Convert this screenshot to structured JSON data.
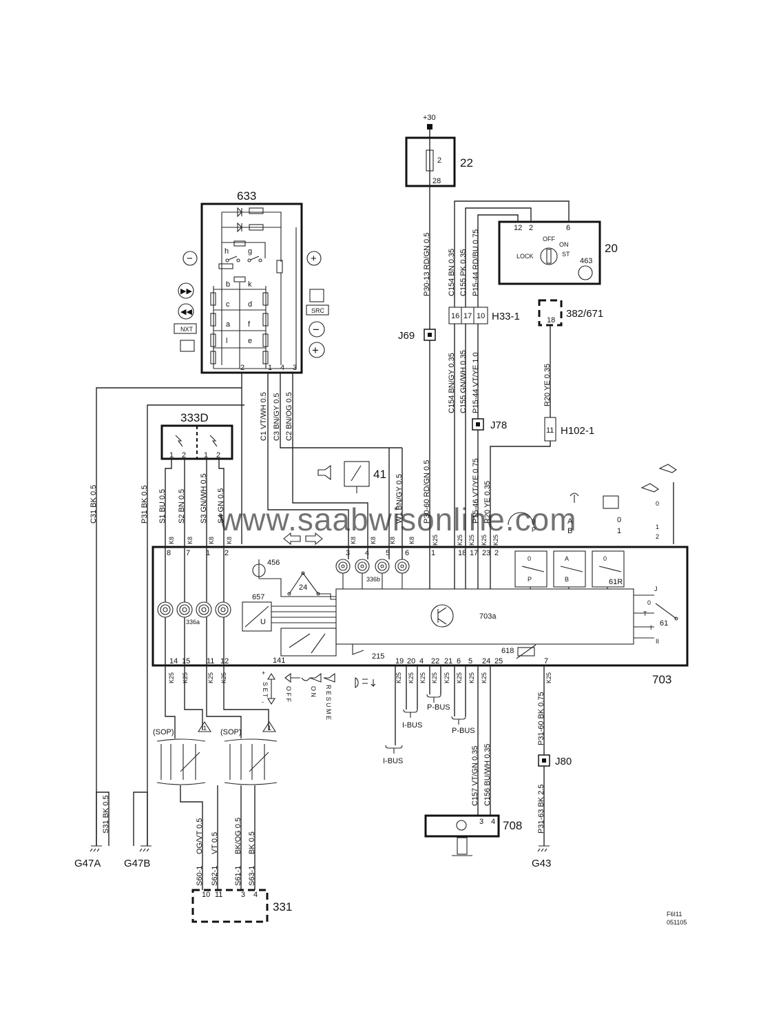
{
  "watermark": "www.saabwisonline.com",
  "components": {
    "c633": "633",
    "c22": "22",
    "c20": "20",
    "c333d": "333D",
    "c41": "41",
    "c703": "703",
    "c703a": "703a",
    "c708": "708",
    "c331": "331",
    "c382": "382/671",
    "c456": "456",
    "c24": "24",
    "c657": "657",
    "c141": "141",
    "c215": "215",
    "c618": "618",
    "c61": "61",
    "c61r": "61R",
    "c336a": "336a",
    "c336b": "336b",
    "c463": "463"
  },
  "connectors": {
    "h33": "H33-1",
    "h102": "H102-1",
    "j69": "J69",
    "j78": "J78",
    "j80": "J80",
    "g47a": "G47A",
    "g47b": "G47B",
    "g43": "G43"
  },
  "supply": "+30",
  "fuse": {
    "num": "2",
    "pin": "28"
  },
  "ign": {
    "p12": "12",
    "p2": "2",
    "p6": "6",
    "off": "OFF",
    "on": "ON",
    "lock": "LOCK",
    "st": "ST"
  },
  "h33_pins": [
    "16",
    "17",
    "10"
  ],
  "c382_pin": "18",
  "h102_pin": "11",
  "c633_pins": [
    "2",
    "1",
    "4",
    "3"
  ],
  "c333d_pins": [
    "1",
    "2",
    "1",
    "2"
  ],
  "switch_letters": [
    "h",
    "g",
    "b",
    "k",
    "c",
    "d",
    "a",
    "f",
    "l",
    "e"
  ],
  "badges": {
    "nxt": "NXT",
    "src": "SRC"
  },
  "wires": {
    "p30_13": "P30-13  RD/GN  0.5",
    "p30_60": "P30-60  RD/GN  0.5",
    "c154a": "C154  BN  0.35",
    "c155a": "C155  PK  0.35",
    "p15_44a": "P15-44  RD/BU  0.75",
    "c154b": "C154  BN/GY  0.35",
    "c155b": "C155  GN/WH  0.35",
    "p15_44b": "P15-44  VT/YE  1.0",
    "p15_46": "P15-46  VT/YE  0.75",
    "r20a": "R20  YE  0.35",
    "r20b": "R20  YE  0.35",
    "c1": "C1  VT/WH  0.5",
    "c3": "C3  BN/GY  0.5",
    "c2": "C2  BN/OG  0.5",
    "w1": "W1  BN/GY  0.5",
    "c31": "C31  BK  0.5",
    "p31": "P31  BK  0.5",
    "s1": "S1  BU  0.5",
    "s2": "S2  BN  0.5",
    "s3": "S3  GN/WH  0.5",
    "s4": "S4  GN  0.5",
    "s31": "S31  BK  0.5",
    "s60": "OG/VT  0.5",
    "s62": "VT  0.5",
    "s61": "BK/OG  0.5",
    "s63": "BK  0.5",
    "s60n": "S60-1",
    "s62n": "S62-1",
    "s61n": "S61-1",
    "s63n": "S63-1",
    "c157": "C157  VT/GN  0.35",
    "c156": "C156  BU/WH  0.35",
    "p31_60": "P31-60  BK  0.75",
    "p31_63": "P31-63  BK  2.5"
  },
  "k_top": [
    "K8",
    "K8",
    "K8",
    "K8",
    "K8",
    "K8",
    "K8",
    "K8",
    "K25",
    "K25",
    "K25",
    "K25",
    "K25"
  ],
  "pins_top": [
    "8",
    "7",
    "1",
    "2",
    "3",
    "4",
    "5",
    "6",
    "1",
    "18",
    "17",
    "23",
    "2"
  ],
  "k_bottom": [
    "K25",
    "K25",
    "K25",
    "K25",
    "K25",
    "K25",
    "K25",
    "K25",
    "K25",
    "K25",
    "K25",
    "K25",
    "K25"
  ],
  "pins_bottom": [
    "14",
    "15",
    "11",
    "12",
    "19",
    "20",
    "4",
    "22",
    "21",
    "6",
    "5",
    "24",
    "25",
    "7"
  ],
  "bus": {
    "ibus1": "I-BUS",
    "ibus2": "I-BUS",
    "pbus1": "P-BUS",
    "pbus2": "P-BUS"
  },
  "sop": "(SOP)",
  "warn": "1",
  "c331_pins": [
    "10",
    "11",
    "3",
    "4"
  ],
  "c708_pins": [
    "3",
    "4"
  ],
  "ctrl_text": {
    "set": "S E T",
    "plus": "+",
    "minus": "-",
    "off": "O F F",
    "on": "O N",
    "resume": "R E S U M E"
  },
  "wiper": {
    "p": "P",
    "z0": "0",
    "a": "A",
    "b": "B",
    "o1": "0",
    "o2": "1",
    "ia": "0",
    "ib": "1",
    "ic": "2",
    "j": "J",
    "t": "T",
    "i": "I",
    "ii": "II",
    "z2": "0"
  },
  "footer": {
    "code": "F6I11",
    "date": "051105"
  }
}
